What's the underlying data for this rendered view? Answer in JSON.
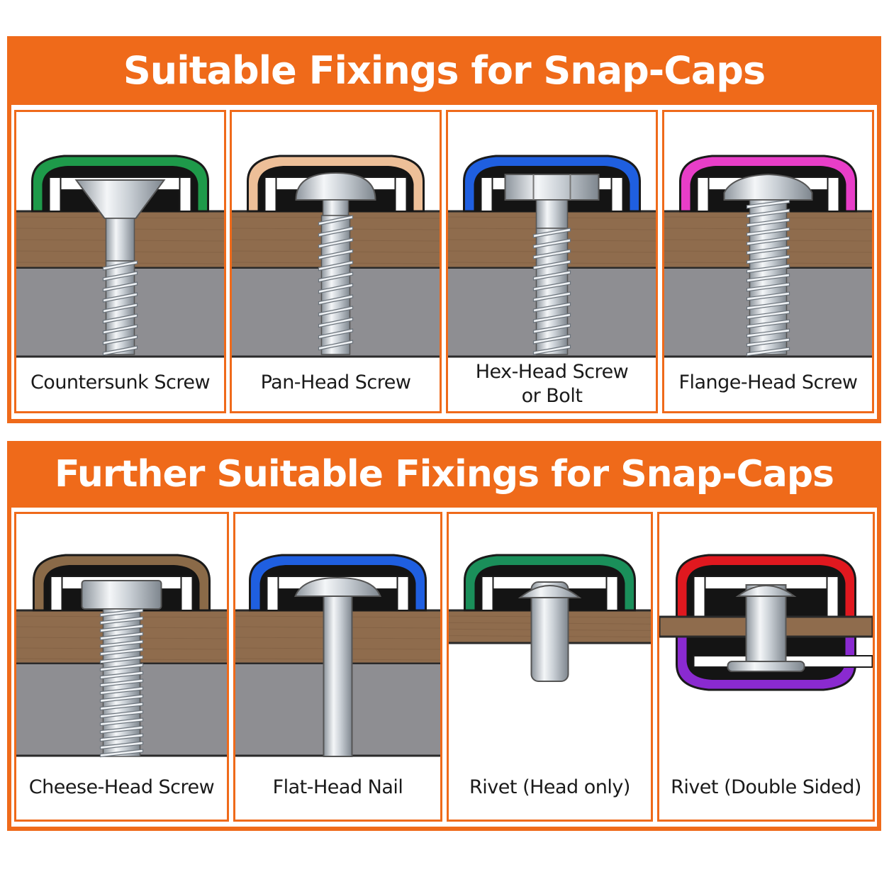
{
  "sections": [
    {
      "title": "Suitable Fixings for Snap-Caps",
      "panels": [
        {
          "label": "Countersunk Screw",
          "fixing": "countersunk-screw-icon",
          "cap_color": "#1e9a4a"
        },
        {
          "label": "Pan-Head Screw",
          "fixing": "pan-head-screw-icon",
          "cap_color": "#edbf98"
        },
        {
          "label": "Hex-Head Screw or Bolt",
          "label_line1": "Hex-Head Screw",
          "label_line2": "or Bolt",
          "fixing": "hex-head-screw-icon",
          "cap_color": "#1f5fe0"
        },
        {
          "label": "Flange-Head Screw",
          "fixing": "flange-head-screw-icon",
          "cap_color": "#e83ec8"
        }
      ]
    },
    {
      "title": "Further Suitable Fixings for Snap-Caps",
      "panels": [
        {
          "label": "Cheese-Head Screw",
          "fixing": "cheese-head-screw-icon",
          "cap_color": "#8a6a48"
        },
        {
          "label": "Flat-Head Nail",
          "fixing": "flat-head-nail-icon",
          "cap_color": "#1f5fe0"
        },
        {
          "label": "Rivet (Head only)",
          "fixing": "rivet-head-only-icon",
          "cap_color": "#1a8f5a"
        },
        {
          "label": "Rivet (Double Sided)",
          "fixing": "rivet-double-sided-icon",
          "cap_color": "#e0181f",
          "cap_color_bottom": "#8a2ad0"
        }
      ]
    }
  ],
  "colors": {
    "accent": "#ef6a1a",
    "wood": "#8f6c4d",
    "substrate": "#8e8e92",
    "metal": "#d8dde2"
  }
}
